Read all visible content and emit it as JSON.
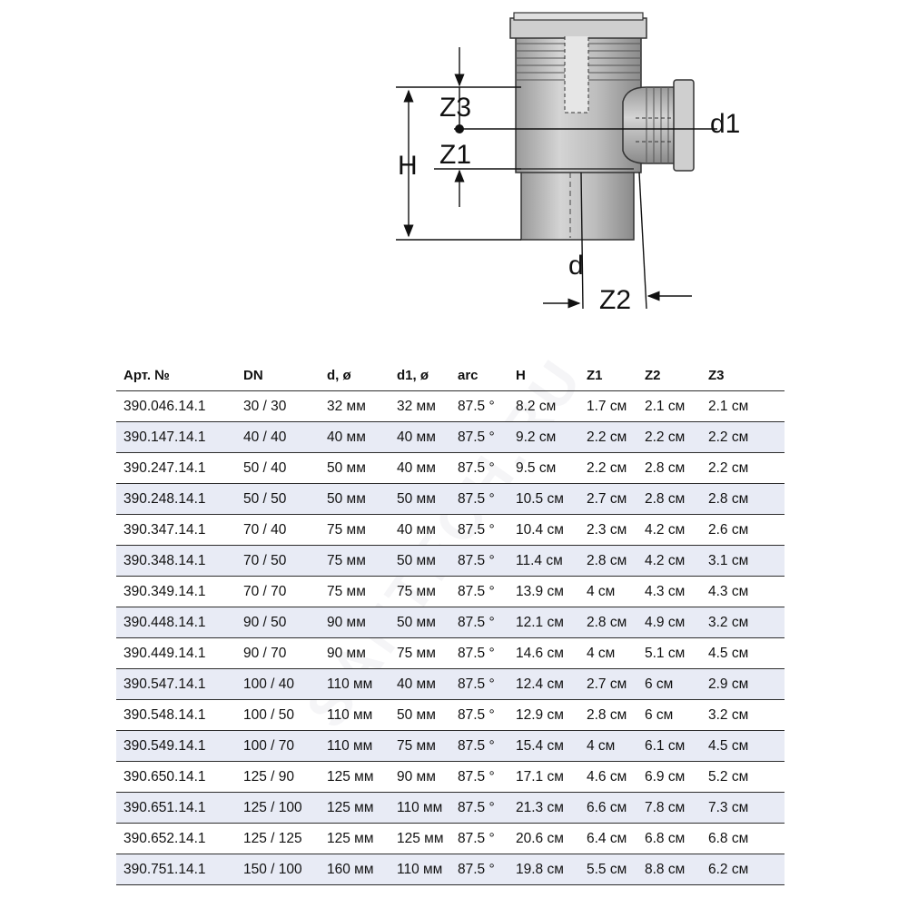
{
  "diagram": {
    "labels": {
      "z3": "Z3",
      "z1": "Z1",
      "h": "H",
      "d1": "d1",
      "d": "d",
      "z2": "Z2"
    }
  },
  "table": {
    "headers": [
      "Арт. №",
      "DN",
      "d, ø",
      "d1, ø",
      "arc",
      "H",
      "Z1",
      "Z2",
      "Z3"
    ],
    "rows": [
      [
        "390.046.14.1",
        "30 / 30",
        "32 мм",
        "32 мм",
        "87.5 °",
        "8.2 см",
        "1.7 см",
        "2.1 см",
        "2.1 см"
      ],
      [
        "390.147.14.1",
        "40 / 40",
        "40 мм",
        "40 мм",
        "87.5 °",
        "9.2 см",
        "2.2 см",
        "2.2 см",
        "2.2 см"
      ],
      [
        "390.247.14.1",
        "50 / 40",
        "50 мм",
        "40 мм",
        "87.5 °",
        "9.5 см",
        "2.2 см",
        "2.8 см",
        "2.2 см"
      ],
      [
        "390.248.14.1",
        "50 / 50",
        "50 мм",
        "50 мм",
        "87.5 °",
        "10.5 см",
        "2.7 см",
        "2.8 см",
        "2.8 см"
      ],
      [
        "390.347.14.1",
        "70 / 40",
        "75 мм",
        "40 мм",
        "87.5 °",
        "10.4 см",
        "2.3 см",
        "4.2 см",
        "2.6 см"
      ],
      [
        "390.348.14.1",
        "70 / 50",
        "75 мм",
        "50 мм",
        "87.5 °",
        "11.4 см",
        "2.8 см",
        "4.2 см",
        "3.1 см"
      ],
      [
        "390.349.14.1",
        "70 / 70",
        "75 мм",
        "75 мм",
        "87.5 °",
        "13.9 см",
        "4 см",
        "4.3 см",
        "4.3 см"
      ],
      [
        "390.448.14.1",
        "90 / 50",
        "90 мм",
        "50 мм",
        "87.5 °",
        "12.1 см",
        "2.8 см",
        "4.9 см",
        "3.2 см"
      ],
      [
        "390.449.14.1",
        "90 / 70",
        "90 мм",
        "75 мм",
        "87.5 °",
        "14.6 см",
        "4 см",
        "5.1 см",
        "4.5 см"
      ],
      [
        "390.547.14.1",
        "100 / 40",
        "110 мм",
        "40 мм",
        "87.5 °",
        "12.4 см",
        "2.7 см",
        "6 см",
        "2.9 см"
      ],
      [
        "390.548.14.1",
        "100 / 50",
        "110 мм",
        "50 мм",
        "87.5 °",
        "12.9 см",
        "2.8 см",
        "6 см",
        "3.2 см"
      ],
      [
        "390.549.14.1",
        "100 / 70",
        "110 мм",
        "75 мм",
        "87.5 °",
        "15.4 см",
        "4 см",
        "6.1 см",
        "4.5 см"
      ],
      [
        "390.650.14.1",
        "125 / 90",
        "125 мм",
        "90 мм",
        "87.5 °",
        "17.1 см",
        "4.6 см",
        "6.9 см",
        "5.2 см"
      ],
      [
        "390.651.14.1",
        "125 / 100",
        "125 мм",
        "110 мм",
        "87.5 °",
        "21.3 см",
        "6.6 см",
        "7.8 см",
        "7.3 см"
      ],
      [
        "390.652.14.1",
        "125 / 125",
        "125 мм",
        "125 мм",
        "87.5 °",
        "20.6 см",
        "6.4 см",
        "6.8 см",
        "6.8 см"
      ],
      [
        "390.751.14.1",
        "150 / 100",
        "160 мм",
        "110 мм",
        "87.5 °",
        "19.8 см",
        "5.5 см",
        "8.8 см",
        "6.2 см"
      ]
    ]
  },
  "watermark": "SANTECH.RU"
}
